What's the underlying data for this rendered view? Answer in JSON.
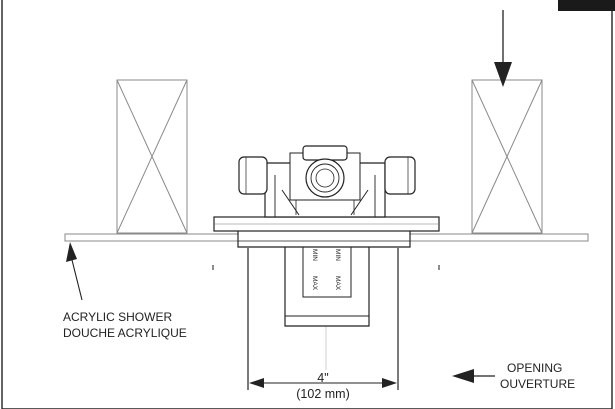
{
  "labels": {
    "acrylic_en": "ACRYLIC SHOWER",
    "acrylic_fr": "DOUCHE ACRYLIQUE",
    "opening_en": "OPENING",
    "opening_fr": "OUVERTURE",
    "dim_in": "4\"",
    "dim_mm": "(102 mm)",
    "min_mark": "MIN",
    "max_mark": "MAX"
  },
  "colors": {
    "line": "#222222",
    "thin": "#555555",
    "faint": "#9a9a9a",
    "corner_tab": "#1a1a1a"
  }
}
